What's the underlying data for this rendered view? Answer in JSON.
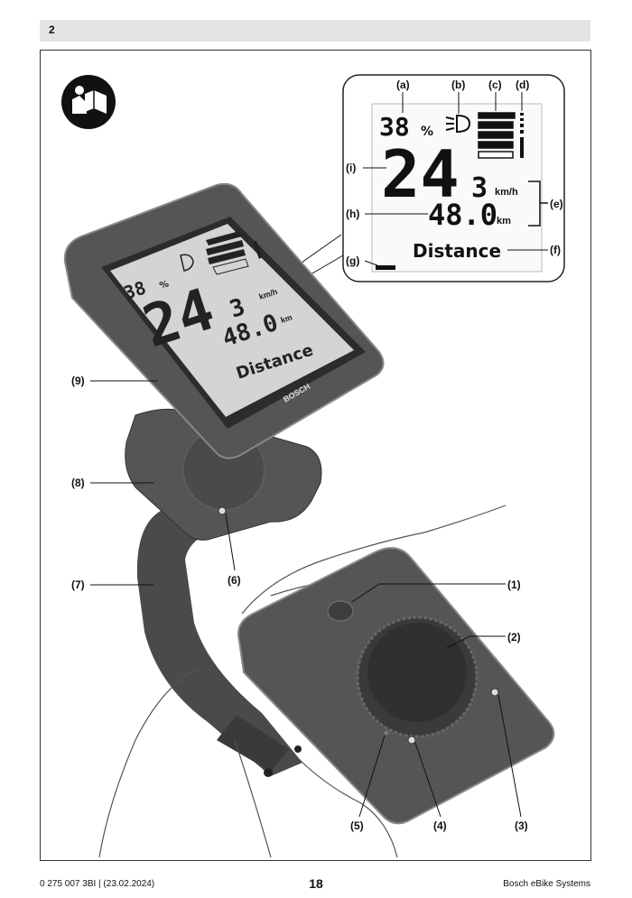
{
  "header": {
    "page_number": "2"
  },
  "lcd_detail": {
    "battery": "38",
    "battery_unit": "%",
    "speed_main": "24",
    "speed_decimal": "3",
    "speed_unit": "km/h",
    "distance_value": "48.0",
    "distance_unit": "km",
    "screen_label": "Distance"
  },
  "device_screen": {
    "battery": "38",
    "battery_unit": "%",
    "speed_main": "24",
    "speed_decimal": "3",
    "speed_unit": "km/h",
    "distance_value": "48.0",
    "distance_unit": "km",
    "screen_label": "Distance",
    "brand": "BOSCH"
  },
  "callouts": {
    "a": "(a)",
    "b": "(b)",
    "c": "(c)",
    "d": "(d)",
    "e": "(e)",
    "f": "(f)",
    "g": "(g)",
    "h": "(h)",
    "i": "(i)",
    "n1": "(1)",
    "n2": "(2)",
    "n3": "(3)",
    "n4": "(4)",
    "n5": "(5)",
    "n6": "(6)",
    "n7": "(7)",
    "n8": "(8)",
    "n9": "(9)"
  },
  "footer": {
    "doc_id": "0 275 007 3BI | (23.02.2024)",
    "page": "18",
    "brand": "Bosch eBike Systems"
  }
}
